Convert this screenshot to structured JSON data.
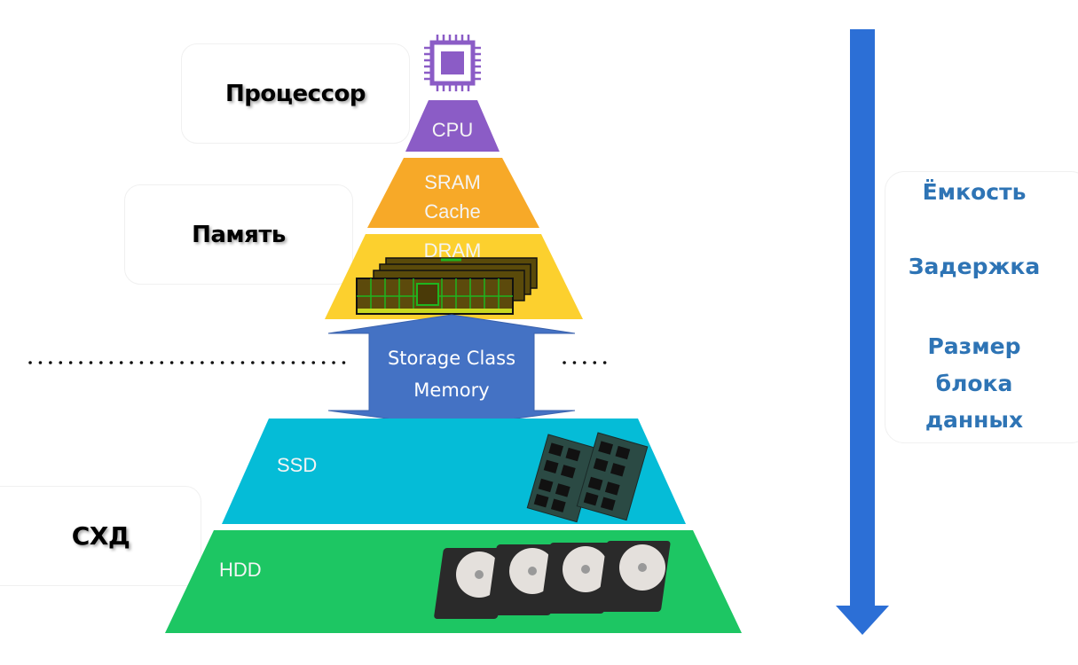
{
  "colors": {
    "cpu": "#8b5cc6",
    "sram": "#f7a928",
    "dram": "#fcd02e",
    "scm": "#4472c4",
    "ssd": "#05bcd7",
    "hdd": "#1dc663",
    "arrow": "#2c6fd6",
    "metric_text": "#2e74b5"
  },
  "side_labels": {
    "processor": "Процессор",
    "memory": "Память",
    "storage": "СХД"
  },
  "tiers": {
    "cpu": "CPU",
    "sram_line1": "SRAM",
    "sram_line2": "Cache",
    "dram": "DRAM",
    "scm_line1": "Storage Class",
    "scm_line2": "Memory",
    "ssd": "SSD",
    "hdd": "HDD"
  },
  "icons": {
    "chip": "cpu-chip-icon",
    "dram": "ram-modules-icon",
    "ssd": "ssd-boards-icon",
    "hdd": "hard-drives-icon",
    "arrow": "down-arrow-icon"
  },
  "metrics": [
    "Ёмкость",
    "Задержка",
    "Размер",
    "блока",
    "данных"
  ]
}
